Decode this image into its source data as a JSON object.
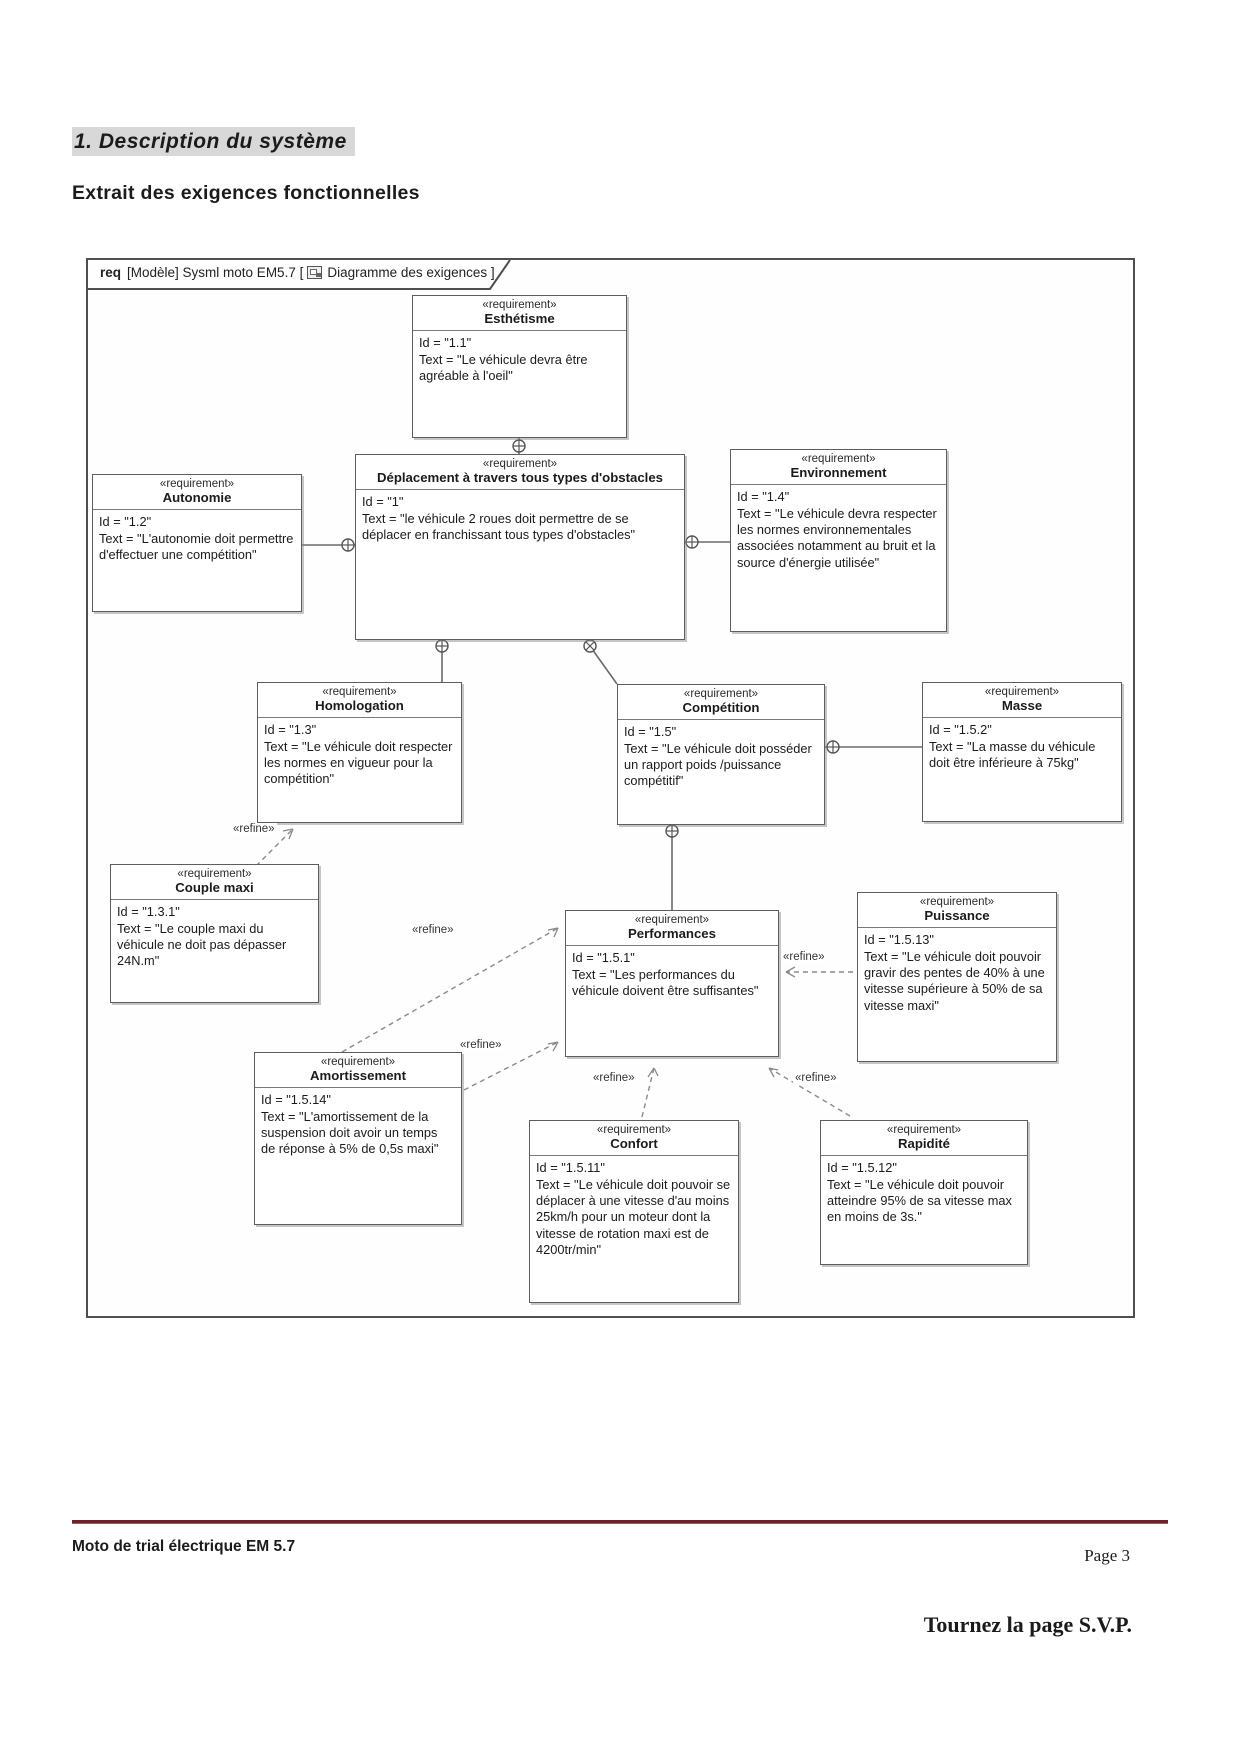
{
  "page": {
    "section_heading": "1.   Description du système",
    "subheading": "Extrait des exigences fonctionnelles"
  },
  "frame": {
    "keyword": "req",
    "model": "[Modèle] Sysml moto EM5.7 [",
    "diagram": "Diagramme des exigences ]"
  },
  "labels": {
    "stereotype": "«requirement»",
    "refine": "«refine»"
  },
  "boxes": [
    {
      "name": "Esthétisme",
      "id": "Id = \"1.1\"",
      "text": "Text = \"Le véhicule devra être agréable à l'oeil\""
    },
    {
      "name": "Déplacement à travers tous types d'obstacles",
      "id": "Id = \"1\"",
      "text": "Text = \"le véhicule 2 roues doit permettre de se déplacer en franchissant tous types d'obstacles\""
    },
    {
      "name": "Autonomie",
      "id": "Id = \"1.2\"",
      "text": "Text = \"L'autonomie doit permettre d'effectuer une compétition\""
    },
    {
      "name": "Environnement",
      "id": "Id = \"1.4\"",
      "text": "Text = \"Le véhicule devra respecter les normes environnementales associées notamment au bruit et la source d'énergie utilisée\""
    },
    {
      "name": "Homologation",
      "id": "Id = \"1.3\"",
      "text": "Text = \"Le véhicule doit respecter les normes en vigueur pour la compétition\""
    },
    {
      "name": "Compétition",
      "id": "Id = \"1.5\"",
      "text": "Text = \"Le véhicule doit posséder un rapport poids /puissance compétitif\""
    },
    {
      "name": "Masse",
      "id": "Id = \"1.5.2\"",
      "text": "Text = \"La masse du véhicule doit être inférieure à 75kg\""
    },
    {
      "name": "Couple maxi",
      "id": "Id = \"1.3.1\"",
      "text": "Text = \"Le couple maxi du véhicule ne doit pas dépasser 24N.m\""
    },
    {
      "name": "Performances",
      "id": "Id = \"1.5.1\"",
      "text": "Text = \"Les performances du véhicule doivent être suffisantes\""
    },
    {
      "name": "Puissance",
      "id": "Id = \"1.5.13\"",
      "text": "Text = \"Le véhicule doit pouvoir gravir des pentes de 40% à une vitesse supérieure à 50% de sa vitesse maxi\""
    },
    {
      "name": "Amortissement",
      "id": "Id = \"1.5.14\"",
      "text": "Text = \"L'amortissement de la suspension doit avoir un temps de réponse à 5% de 0,5s maxi\""
    },
    {
      "name": "Confort",
      "id": "Id = \"1.5.11\"",
      "text": "Text = \"Le véhicule doit pouvoir se déplacer à une vitesse d'au moins 25km/h pour un moteur dont la vitesse de rotation maxi est de 4200tr/min\""
    },
    {
      "name": "Rapidité",
      "id": "Id = \"1.5.12\"",
      "text": "Text = \"Le véhicule doit pouvoir atteindre 95% de sa vitesse max en moins de 3s.\""
    }
  ],
  "footer": {
    "doc_title": "Moto de trial électrique EM 5.7",
    "page_number": "Page 3",
    "turn_note": "Tournez la page S.V.P."
  }
}
